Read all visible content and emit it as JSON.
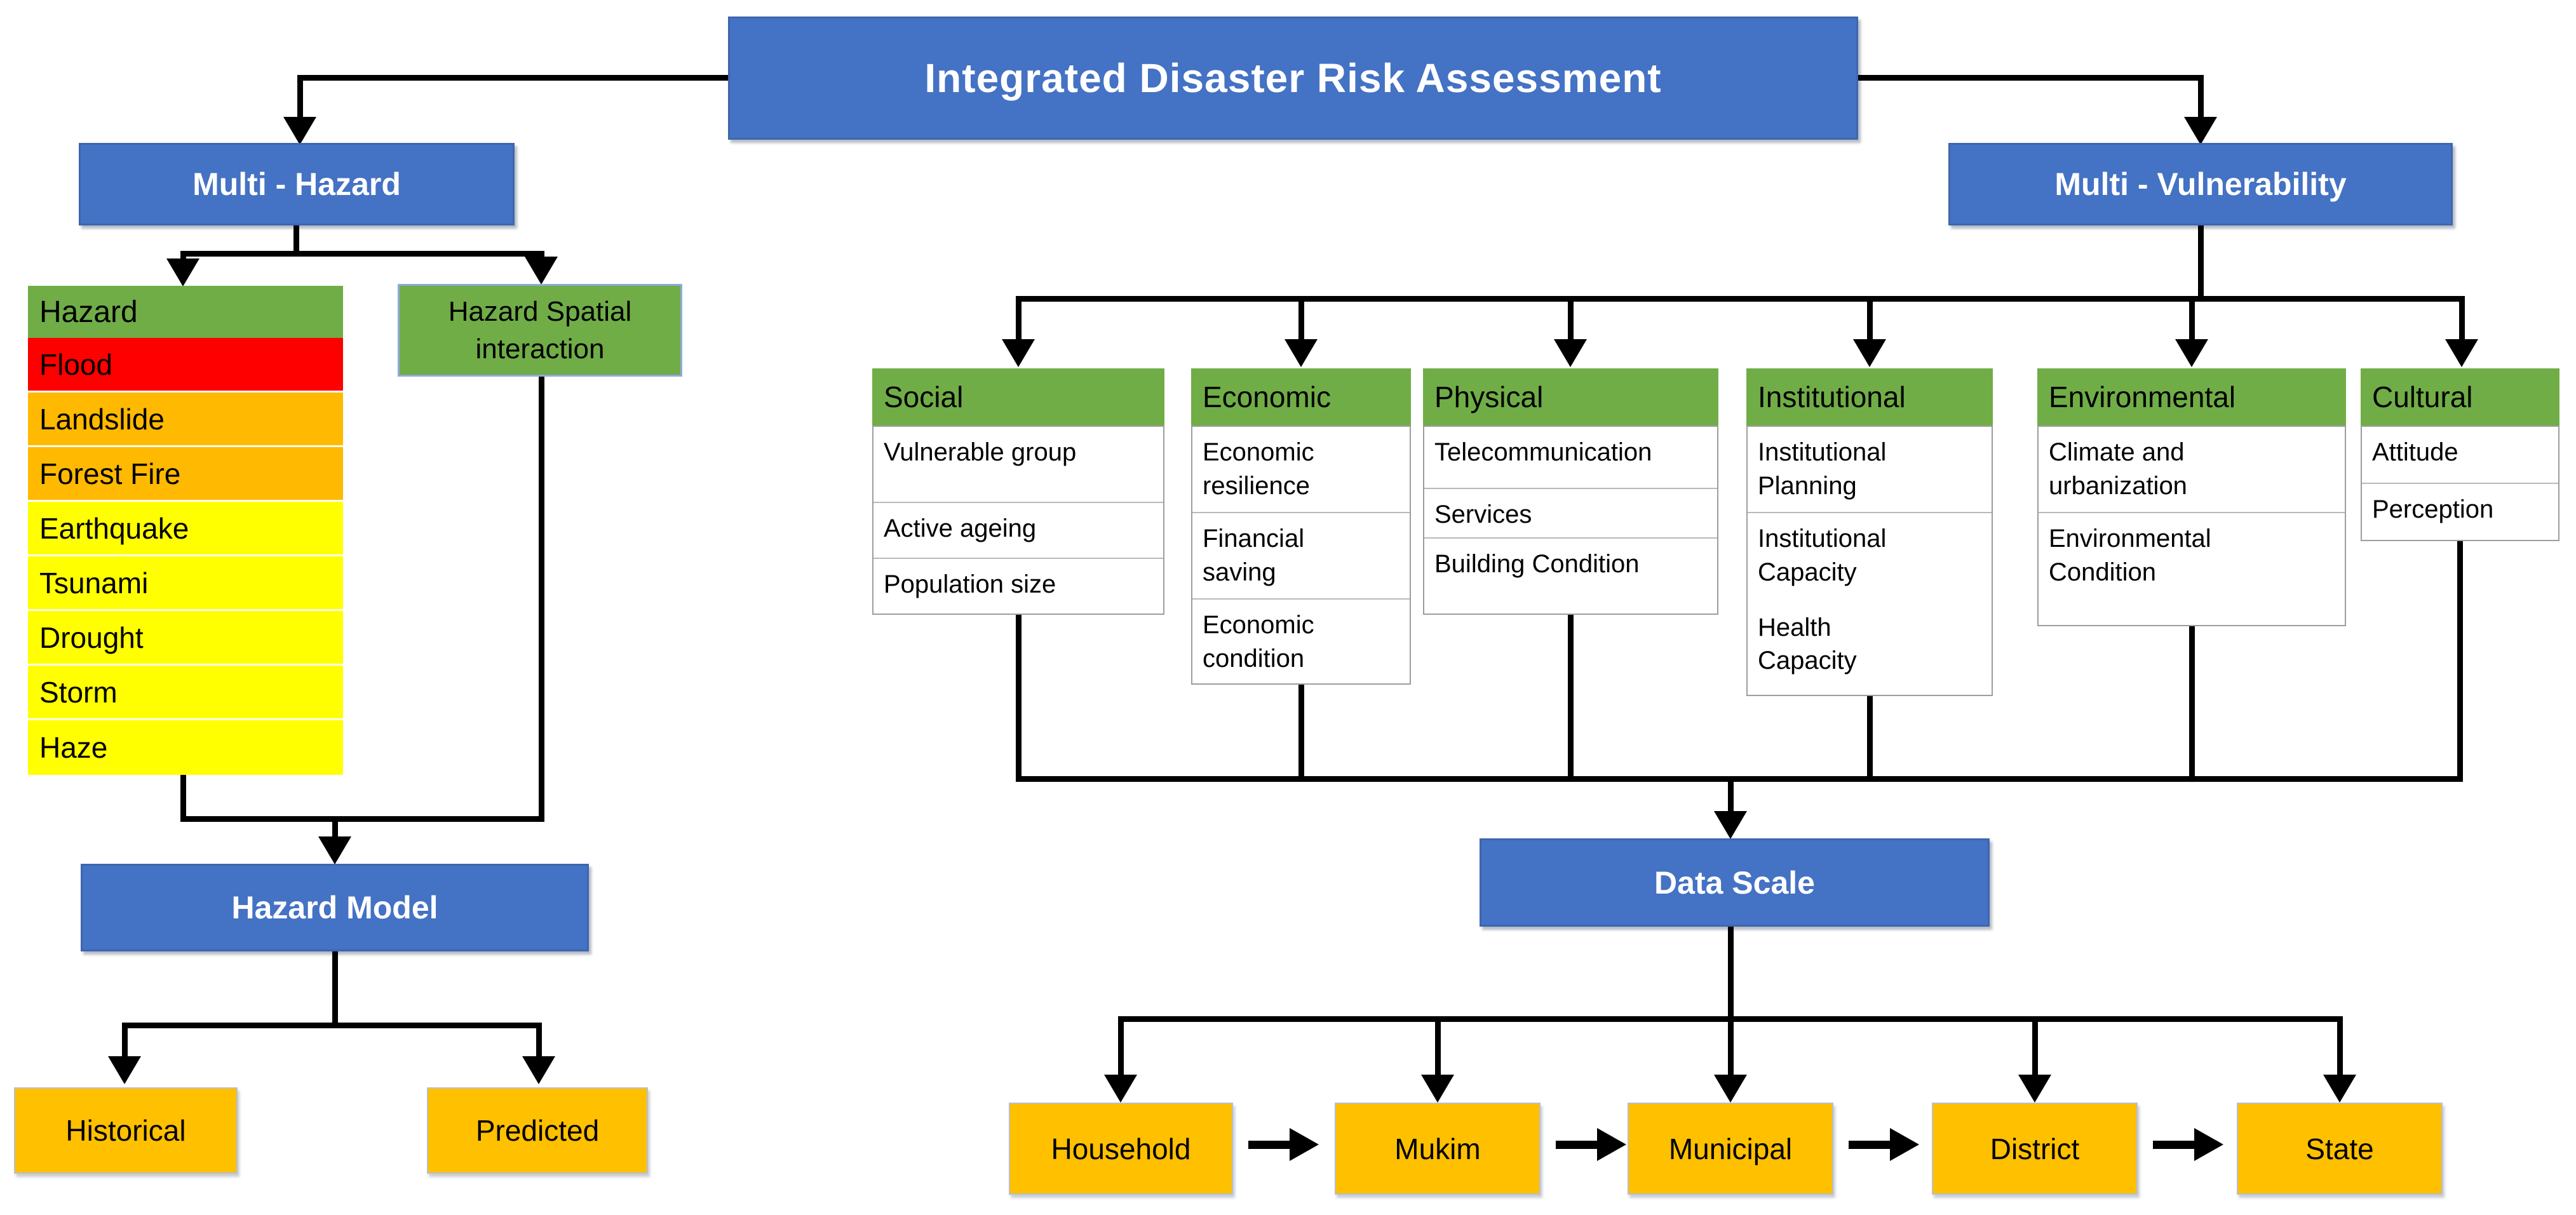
{
  "title": "Integrated Disaster Risk Assessment",
  "colors": {
    "box_blue": "#4472C4",
    "header_green": "#70AD47",
    "hazard_red": "#FF0000",
    "hazard_orange": "#FFB900",
    "hazard_yellow": "#FFFF00",
    "scale_amber": "#FFC000",
    "connector_black": "#000000"
  },
  "left": {
    "multi_hazard": "Multi - Hazard",
    "hazard_table": {
      "header": "Hazard",
      "rows": [
        {
          "label": "Flood",
          "color": "#FF0000"
        },
        {
          "label": "Landslide",
          "color": "#FFB900"
        },
        {
          "label": "Forest Fire",
          "color": "#FFB900"
        },
        {
          "label": "Earthquake",
          "color": "#FFFF00"
        },
        {
          "label": "Tsunami",
          "color": "#FFFF00"
        },
        {
          "label": "Drought",
          "color": "#FFFF00"
        },
        {
          "label": "Storm",
          "color": "#FFFF00"
        },
        {
          "label": "Haze",
          "color": "#FFFF00"
        }
      ]
    },
    "hazard_spatial": "Hazard Spatial interaction",
    "hazard_model": "Hazard Model",
    "historical": "Historical",
    "predicted": "Predicted"
  },
  "right": {
    "multi_vulnerability": "Multi - Vulnerability",
    "columns": [
      {
        "header": "Social",
        "items": [
          "Vulnerable group",
          "Active ageing",
          "Population size"
        ]
      },
      {
        "header": "Economic",
        "items": [
          "Economic resilience",
          "Financial saving",
          "Economic condition"
        ]
      },
      {
        "header": "Physical",
        "items": [
          "Telecommunication",
          "Services",
          "Building Condition"
        ]
      },
      {
        "header": "Institutional",
        "items": [
          "Institutional Planning",
          "Institutional Capacity",
          "Health Capacity"
        ]
      },
      {
        "header": "Environmental",
        "items": [
          "Climate and urbanization",
          "Environmental Condition"
        ]
      },
      {
        "header": "Cultural",
        "items": [
          "Attitude",
          "Perception"
        ]
      }
    ],
    "data_scale": "Data Scale",
    "scale_chain": [
      "Household",
      "Mukim",
      "Municipal",
      "District",
      "State"
    ]
  }
}
